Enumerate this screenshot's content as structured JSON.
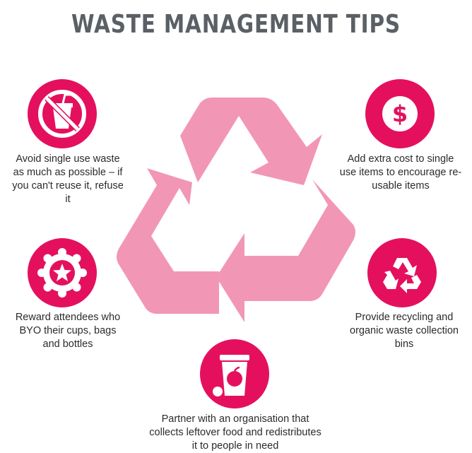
{
  "title": "WASTE MANAGEMENT TIPS",
  "colors": {
    "accent": "#e4105e",
    "recycle_symbol": "#f296b6",
    "title": "#5b6066"
  },
  "center_icon": "recycle-symbol",
  "tips": [
    {
      "id": "avoid-single-use",
      "icon": "no-drink-cup-icon",
      "text": "Avoid single use waste as much as possible – if you can't reuse it, refuse it"
    },
    {
      "id": "extra-cost",
      "icon": "dollar-icon",
      "text": "Add extra cost to single use items to encourage re-usable items"
    },
    {
      "id": "reward-byo",
      "icon": "star-badge-icon",
      "text": "Reward attendees who BYO their cups, bags and bottles"
    },
    {
      "id": "recycling-bins",
      "icon": "recycle-icon",
      "text": "Provide recycling and organic waste collection bins"
    },
    {
      "id": "food-partner",
      "icon": "food-bin-icon",
      "text": "Partner with an organisation that collects leftover food and redistributes it to people in need"
    }
  ]
}
